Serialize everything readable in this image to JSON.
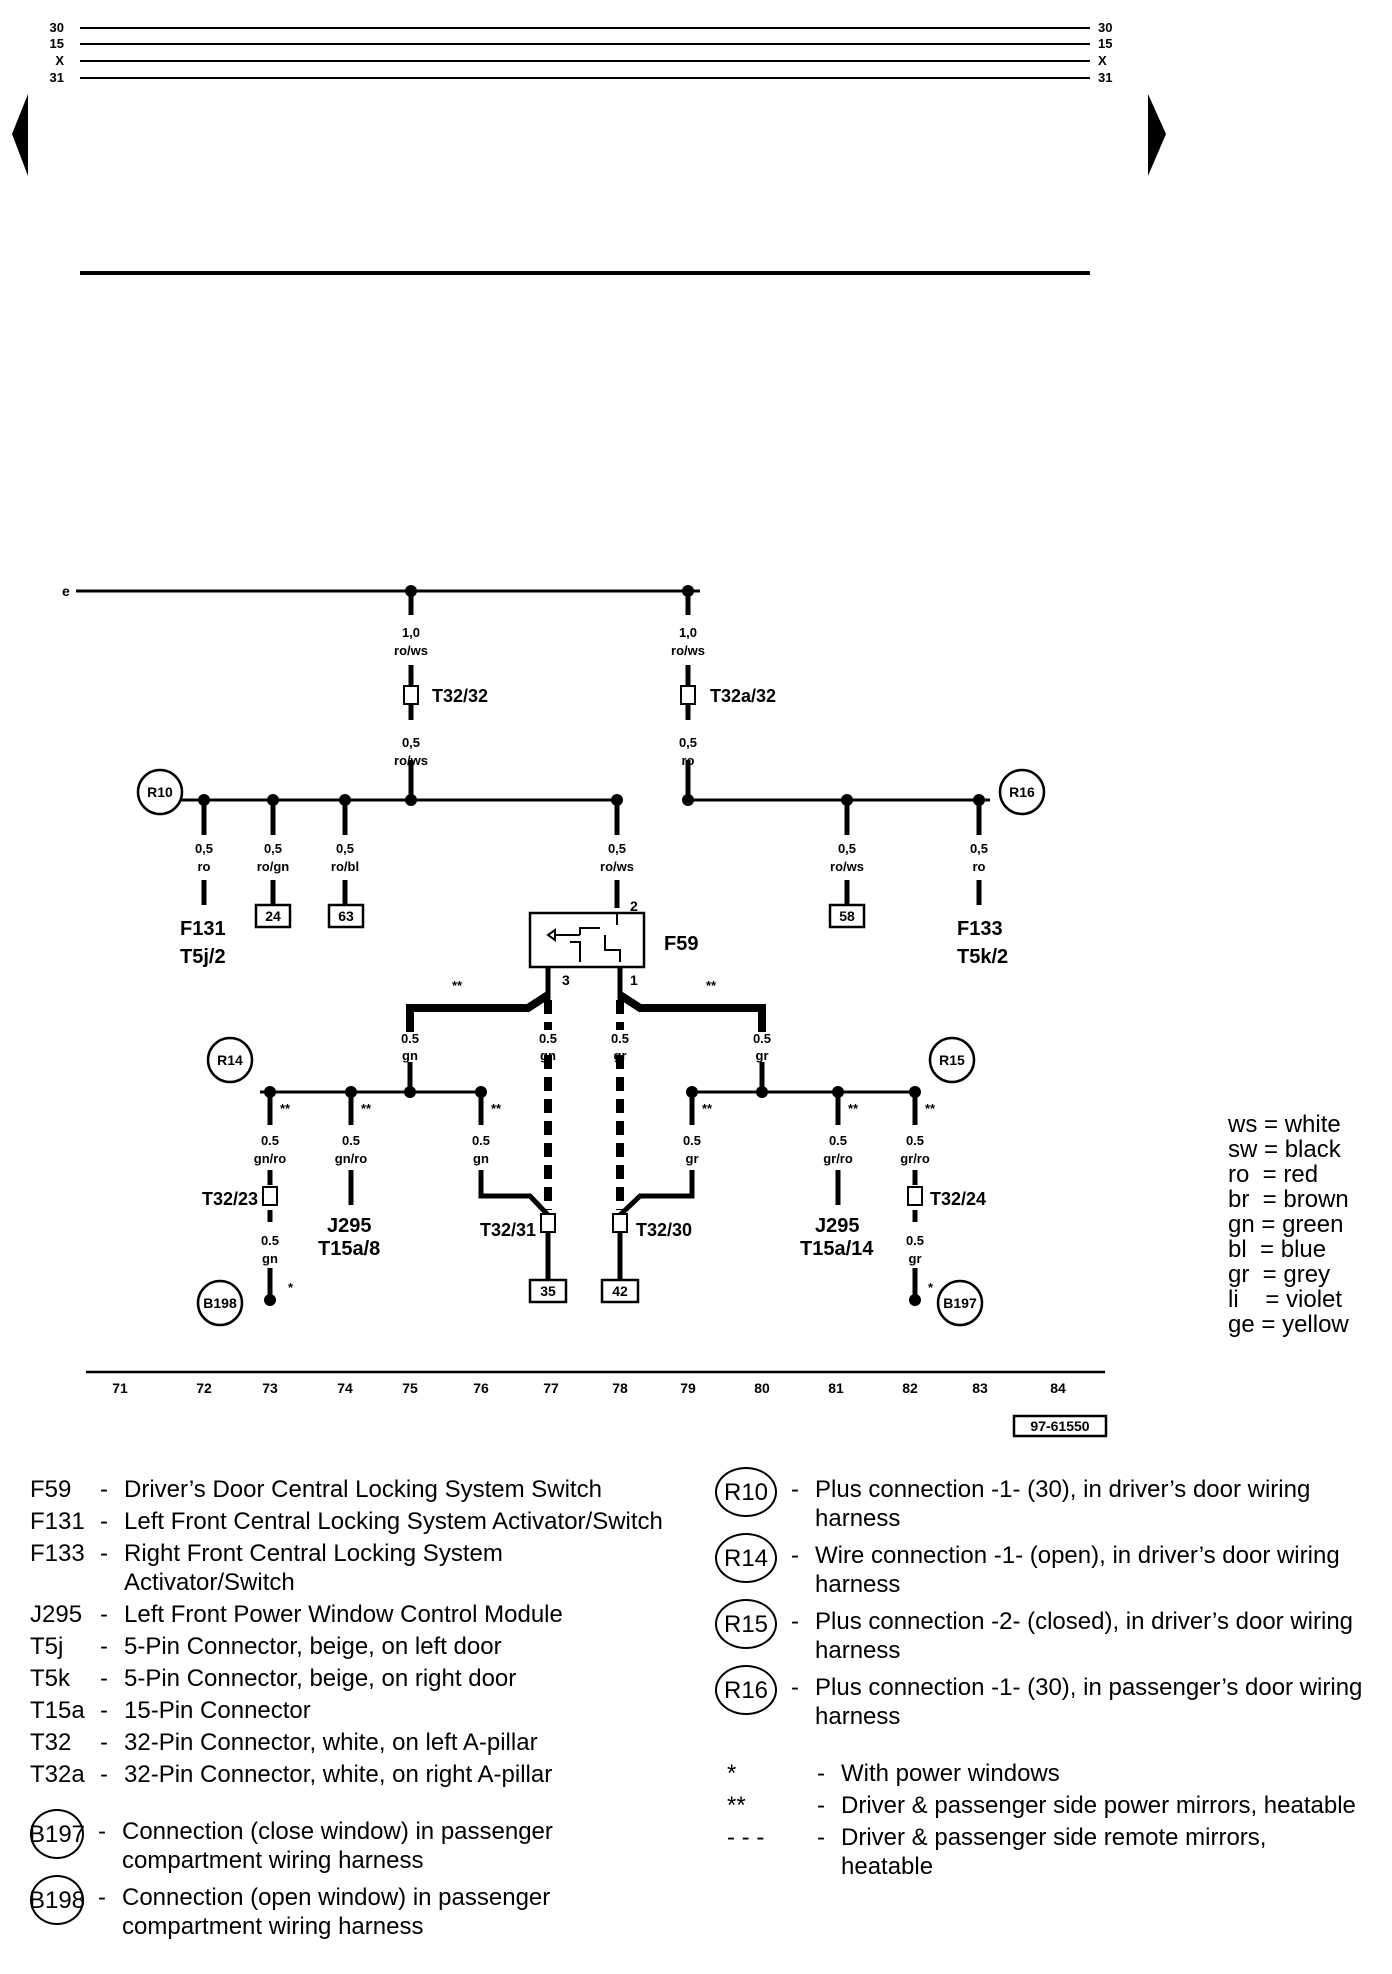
{
  "buses": [
    {
      "left": "30",
      "right": "30"
    },
    {
      "left": "15",
      "right": "15"
    },
    {
      "left": "X",
      "right": "X"
    },
    {
      "left": "31",
      "right": "31"
    }
  ],
  "feed_label": "e",
  "wires": {
    "w1": {
      "size": "1,0",
      "color": "ro/ws"
    },
    "w2": {
      "size": "1,0",
      "color": "ro/ws"
    },
    "w3": {
      "size": "0,5",
      "color": "ro/ws"
    },
    "w4": {
      "size": "0,5",
      "color": "ro"
    },
    "w5": {
      "size": "0,5",
      "color": "ro"
    },
    "w6": {
      "size": "0,5",
      "color": "ro/gn"
    },
    "w7": {
      "size": "0,5",
      "color": "ro/bl"
    },
    "w8": {
      "size": "0,5",
      "color": "ro/ws"
    },
    "w9": {
      "size": "0,5",
      "color": "ro/ws"
    },
    "w10": {
      "size": "0,5",
      "color": "ro"
    },
    "w11": {
      "size": "0.5",
      "color": "gn"
    },
    "w12": {
      "size": "0.5",
      "color": "gn"
    },
    "w13": {
      "size": "0.5",
      "color": "gr"
    },
    "w14": {
      "size": "0.5",
      "color": "gr"
    },
    "w15": {
      "size": "0.5",
      "color": "gn/ro"
    },
    "w16": {
      "size": "0.5",
      "color": "gn/ro"
    },
    "w17": {
      "size": "0.5",
      "color": "gn"
    },
    "w18": {
      "size": "0.5",
      "color": "gr"
    },
    "w19": {
      "size": "0.5",
      "color": "gr/ro"
    },
    "w20": {
      "size": "0.5",
      "color": "gr/ro"
    },
    "w21": {
      "size": "0.5",
      "color": "gn"
    },
    "w22": {
      "size": "0.5",
      "color": "gr"
    }
  },
  "connectors": {
    "t32_32": "T32/32",
    "t32a_32": "T32a/32",
    "t32_23": "T32/23",
    "t32_31": "T32/31",
    "t32_30": "T32/30",
    "t32_24": "T32/24"
  },
  "components": {
    "f131": "F131",
    "t5j": "T5j/2",
    "f133": "F133",
    "t5k": "T5k/2",
    "f59": "F59",
    "j295a": "J295",
    "t15a8": "T15a/8",
    "j295b": "J295",
    "t15a14": "T15a/14"
  },
  "switch_pins": {
    "p2": "2",
    "p3": "3",
    "p1": "1"
  },
  "refs": {
    "r24": "24",
    "r63": "63",
    "r58": "58",
    "r35": "35",
    "r42": "42"
  },
  "nodes": {
    "R10": "R10",
    "R16": "R16",
    "R14": "R14",
    "R15": "R15",
    "B198": "B198",
    "B197": "B197"
  },
  "asterisk": "*",
  "double_asterisk": "**",
  "grid": [
    "71",
    "72",
    "73",
    "74",
    "75",
    "76",
    "77",
    "78",
    "79",
    "80",
    "81",
    "82",
    "83",
    "84"
  ],
  "figure_id": "97-61550",
  "color_key": [
    {
      "abbr": "ws",
      "name": "white"
    },
    {
      "abbr": "sw",
      "name": "black"
    },
    {
      "abbr": "ro",
      "name": "red"
    },
    {
      "abbr": "br",
      "name": "brown"
    },
    {
      "abbr": "gn",
      "name": "green"
    },
    {
      "abbr": "bl",
      "name": "blue"
    },
    {
      "abbr": "gr",
      "name": "grey"
    },
    {
      "abbr": "li",
      "name": "violet"
    },
    {
      "abbr": "ge",
      "name": "yellow"
    }
  ],
  "legend_left": [
    {
      "code": "F59",
      "desc": "Driver’s Door Central Locking System Switch"
    },
    {
      "code": "F131",
      "desc": "Left Front Central Locking System Activator/Switch"
    },
    {
      "code": "F133",
      "desc": "Right Front Central Locking System Activator/Switch"
    },
    {
      "code": "J295",
      "desc": "Left Front Power Window Control Module"
    },
    {
      "code": "T5j",
      "desc": "5-Pin Connector, beige, on left door"
    },
    {
      "code": "T5k",
      "desc": "5-Pin Connector, beige, on right door"
    },
    {
      "code": "T15a",
      "desc": "15-Pin Connector"
    },
    {
      "code": "T32",
      "desc": "32-Pin Connector, white, on left A-pillar"
    },
    {
      "code": "T32a",
      "desc": "32-Pin Connector, white, on right A-pillar"
    }
  ],
  "legend_left_circled": [
    {
      "code": "B197",
      "desc": "Connection (close window) in passenger compartment wiring harness"
    },
    {
      "code": "B198",
      "desc": "Connection (open window) in passenger compartment wiring harness"
    }
  ],
  "legend_right": [
    {
      "code": "R10",
      "desc": "Plus connection -1- (30), in driver’s door wiring harness"
    },
    {
      "code": "R14",
      "desc": "Wire connection -1- (open), in driver’s door wiring harness"
    },
    {
      "code": "R15",
      "desc": "Plus connection -2- (closed), in driver’s door wiring harness"
    },
    {
      "code": "R16",
      "desc": "Plus connection -1- (30), in passenger’s door wiring harness"
    }
  ],
  "legend_symbols": [
    {
      "sym": "*",
      "desc": "With power windows"
    },
    {
      "sym": "**",
      "desc": "Driver & passenger side power mirrors, heatable"
    },
    {
      "sym": "- - -",
      "desc": "Driver & passenger side remote mirrors, heatable"
    }
  ]
}
